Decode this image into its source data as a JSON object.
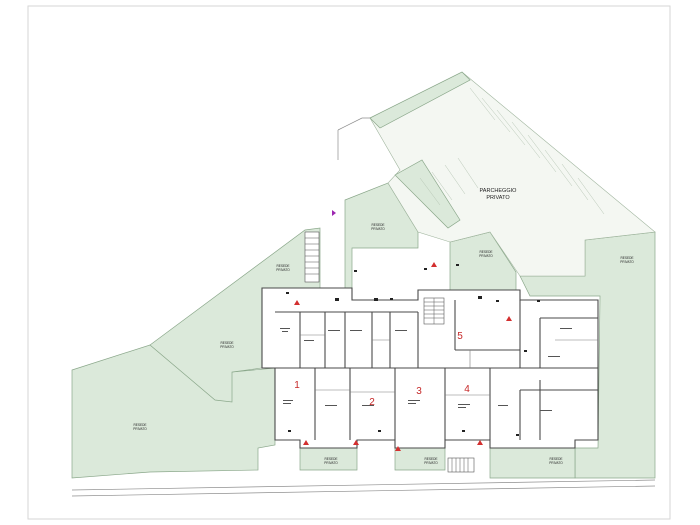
{
  "labels": {
    "parking": [
      "PARCHEGGIO",
      "PRIVATO"
    ],
    "garden": [
      "RESEDE",
      "PRIVATO"
    ]
  },
  "units": [
    "1",
    "2",
    "3",
    "4",
    "5"
  ],
  "colors": {
    "garden_fill": "#dbe9da",
    "garden_stroke": "#8aa78a",
    "wall": "#4a4a4a",
    "unit_number": "#c62828"
  },
  "icons": [
    "stair-icon",
    "entrance-arrow-icon",
    "compass-marker-icon"
  ]
}
